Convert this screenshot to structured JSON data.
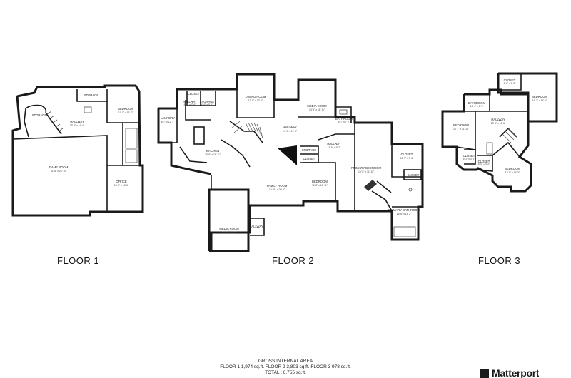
{
  "floors": [
    {
      "label": "FLOOR 1"
    },
    {
      "label": "FLOOR 2"
    },
    {
      "label": "FLOOR 3"
    }
  ],
  "rooms": {
    "f1_storage_top": {
      "name": "STORAGE",
      "dim": ""
    },
    "f1_storage_left": {
      "name": "STORAGE",
      "dim": ""
    },
    "f1_bedroom": {
      "name": "BEDROOM",
      "dim": "11' 1\" x 16' 7\""
    },
    "f1_hallway": {
      "name": "HALLWAY",
      "dim": "33' 9\" x 16' 4\""
    },
    "f1_game_room": {
      "name": "GAME ROOM",
      "dim": "31' 8\" x 25' 10\""
    },
    "f1_office": {
      "name": "OFFICE",
      "dim": "13' 1\" x 16' 5\""
    },
    "f2_closet": {
      "name": "CLOSET",
      "dim": ""
    },
    "f2_hallway": {
      "name": "HALLWAY",
      "dim": "8' 1\" x 7' 6\""
    },
    "f2_storage": {
      "name": "STORAGE",
      "dim": "4' 4\" x 5' 1\""
    },
    "f2_dining": {
      "name": "DINING ROOM",
      "dim": "13' 8\" x 12' 1\""
    },
    "f2_laundry": {
      "name": "LAUNDRY",
      "dim": "8' 7\" x 12' 1\""
    },
    "f2_kitchen": {
      "name": "KITCHEN",
      "dim": "26' 8\" x 19' 11\""
    },
    "f2_media_top": {
      "name": "MEDIA ROOM",
      "dim": "14' 9\" x 18' 11\""
    },
    "f2_bathroom": {
      "name": "BATHROOM",
      "dim": "5' 7\" x 7' 7\""
    },
    "f2_hallway_mid": {
      "name": "HALLWAY",
      "dim": "14' 9\" x 11' 5\""
    },
    "f2_storage_mid": {
      "name": "STORAGE",
      "dim": ""
    },
    "f2_closet_mid": {
      "name": "CLOSET",
      "dim": ""
    },
    "f2_hallway_right": {
      "name": "HALLWAY",
      "dim": "11' 6\" x 5' 7\""
    },
    "f2_closet_right": {
      "name": "CLOSET",
      "dim": "11' 9\" x 9' 3\""
    },
    "f2_closet_small": {
      "name": "CLOSET",
      "dim": ""
    },
    "f2_family": {
      "name": "FAMILY ROOM",
      "dim": "16' 11\" x 20' 9\""
    },
    "f2_bedroom": {
      "name": "BEDROOM",
      "dim": "11' 8\" x 15' 11\""
    },
    "f2_primary_bed": {
      "name": "PRIMARY BEDROOM",
      "dim": "19' 8\" x 31' 11\""
    },
    "f2_primary_bath": {
      "name": "PRIMARY BATHROOM",
      "dim": "16' 8\" x 14' 2\""
    },
    "f2_media_bottom": {
      "name": "MEDIA ROOM",
      "dim": "23' 8\" x 31' 7\""
    },
    "f2_hallway_small": {
      "name": "HALLWAY",
      "dim": ""
    },
    "f3_closet": {
      "name": "CLOSET",
      "dim": "6' 0\" x 5' 6\""
    },
    "f3_bedroom_tr": {
      "name": "BEDROOM",
      "dim": "16' 3\" x 14' 6\""
    },
    "f3_bathroom": {
      "name": "BATHROOM",
      "dim": "10' 4\" x 5' 6\""
    },
    "f3_hallway": {
      "name": "HALLWAY",
      "dim": "18' 1\" x 12' 6\""
    },
    "f3_bedroom_l": {
      "name": "BEDROOM",
      "dim": "14' 7\" x 11' 10\""
    },
    "f3_closet_a": {
      "name": "CLOSET",
      "dim": "5' 1\" x 3' 6\""
    },
    "f3_closet_b": {
      "name": "CLOSET",
      "dim": "5' 5\" x 3' 6\""
    },
    "f3_bedroom_b": {
      "name": "BEDROOM",
      "dim": "12' 6\" x 14' 3\""
    }
  },
  "area": {
    "heading": "GROSS INTERNAL AREA",
    "line": "FLOOR 1 1,974 sq.ft.   FLOOR 2 3,803 sq.ft.   FLOOR 3 978 sq.ft.",
    "total": "TOTAL : 6,755 sq.ft."
  },
  "brand": {
    "name": "Matterport"
  }
}
